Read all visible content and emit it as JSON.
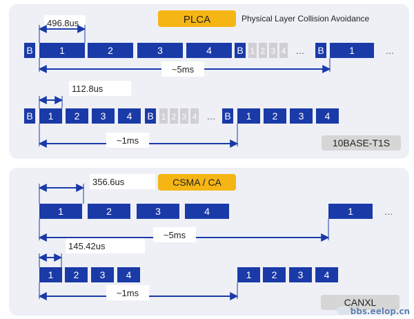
{
  "colors": {
    "frame": "#1a3aa8",
    "frame_text": "#ffffff",
    "ghost_frame": "#cfcfd4",
    "ghost_text": "#ffffff",
    "arrow": "#1a3aa8",
    "title_badge": "#f5b514",
    "tag_badge": "#d6d6d6",
    "panel": "#eef0f6"
  },
  "sections": [
    {
      "title": "PLCA",
      "subtitle": "Physical Layer Collision Avoidance",
      "tag": "",
      "rows": [
        {
          "items": [
            {
              "kind": "frame",
              "label": "B"
            },
            {
              "kind": "frame",
              "label": "1"
            },
            {
              "kind": "frame",
              "label": "2"
            },
            {
              "kind": "frame",
              "label": "3"
            },
            {
              "kind": "frame",
              "label": "4"
            },
            {
              "kind": "frame",
              "label": "B"
            },
            {
              "kind": "ghost",
              "label": "1"
            },
            {
              "kind": "ghost",
              "label": "2"
            },
            {
              "kind": "ghost",
              "label": "3"
            },
            {
              "kind": "ghost",
              "label": "4"
            },
            {
              "kind": "ellipsis",
              "label": "…"
            },
            {
              "kind": "frame",
              "label": "B"
            },
            {
              "kind": "frame",
              "label": "1"
            },
            {
              "kind": "ellipsis",
              "label": "…"
            }
          ],
          "frame_time": "496.8us",
          "cycle": "~5ms"
        },
        {
          "items": [
            {
              "kind": "frame",
              "label": "B"
            },
            {
              "kind": "frame",
              "label": "1"
            },
            {
              "kind": "frame",
              "label": "2"
            },
            {
              "kind": "frame",
              "label": "3"
            },
            {
              "kind": "frame",
              "label": "4"
            },
            {
              "kind": "frame",
              "label": "B"
            },
            {
              "kind": "ghost",
              "label": "1"
            },
            {
              "kind": "ghost",
              "label": "2"
            },
            {
              "kind": "ghost",
              "label": "3"
            },
            {
              "kind": "ghost",
              "label": "4"
            },
            {
              "kind": "ellipsis",
              "label": "…"
            },
            {
              "kind": "frame",
              "label": "B"
            },
            {
              "kind": "frame",
              "label": "1"
            },
            {
              "kind": "frame",
              "label": "2"
            },
            {
              "kind": "frame",
              "label": "3"
            },
            {
              "kind": "frame",
              "label": "4"
            }
          ],
          "frame_time": "112.8us",
          "cycle": "~1ms"
        }
      ],
      "tag_label": "10BASE-T1S"
    },
    {
      "title": "CSMA / CA",
      "subtitle": "",
      "rows": [
        {
          "items": [
            {
              "kind": "frame",
              "label": "1"
            },
            {
              "kind": "frame",
              "label": "2"
            },
            {
              "kind": "frame",
              "label": "3"
            },
            {
              "kind": "frame",
              "label": "4"
            },
            {
              "kind": "frame",
              "label": "1"
            },
            {
              "kind": "ellipsis",
              "label": "…"
            }
          ],
          "frame_time": "356.6us",
          "cycle": "~5ms"
        },
        {
          "items": [
            {
              "kind": "frame",
              "label": "1"
            },
            {
              "kind": "frame",
              "label": "2"
            },
            {
              "kind": "frame",
              "label": "3"
            },
            {
              "kind": "frame",
              "label": "4"
            },
            {
              "kind": "frame",
              "label": "1"
            },
            {
              "kind": "frame",
              "label": "2"
            },
            {
              "kind": "frame",
              "label": "3"
            },
            {
              "kind": "frame",
              "label": "4"
            }
          ],
          "frame_time": "145.42us",
          "cycle": "~1ms"
        }
      ],
      "tag_label": "CANXL"
    }
  ],
  "watermark": "bbs.eelop.cn"
}
